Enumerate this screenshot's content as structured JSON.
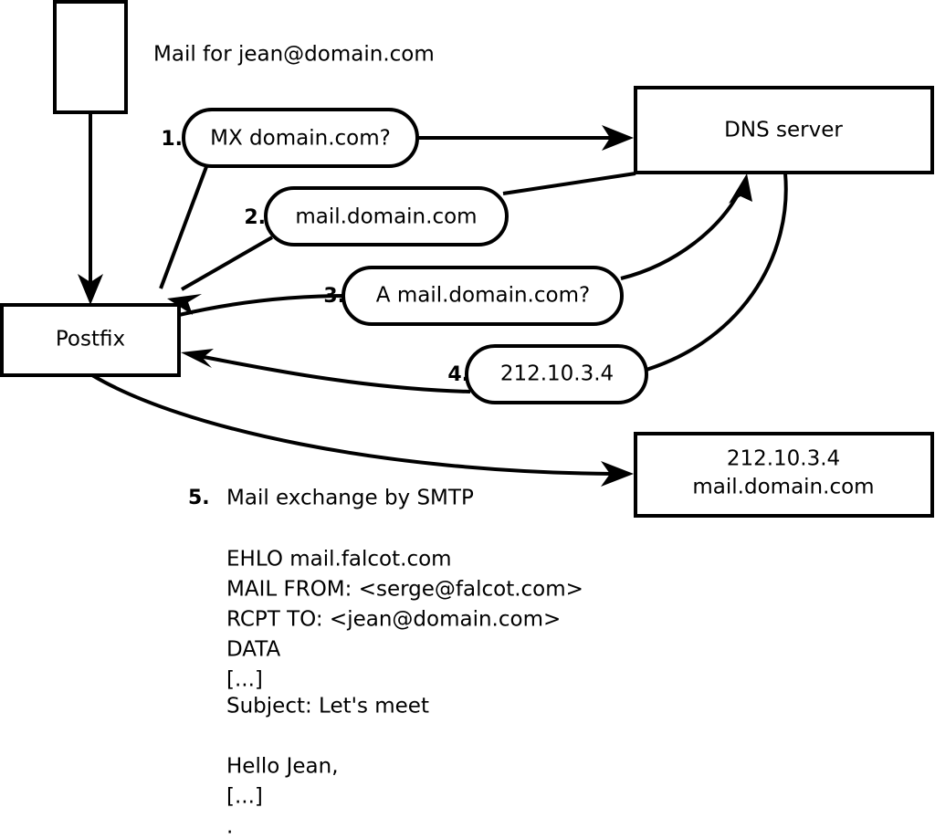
{
  "diagram": {
    "title_note": "Mail for jean@domain.com",
    "nodes": {
      "sender_box": {
        "label": ""
      },
      "postfix": {
        "label": "Postfix"
      },
      "dns_server": {
        "label": "DNS server"
      },
      "mail_server": {
        "line1": "212.10.3.4",
        "line2": "mail.domain.com"
      }
    },
    "steps": [
      {
        "num": "1.",
        "text": "MX domain.com?"
      },
      {
        "num": "2.",
        "text": "mail.domain.com"
      },
      {
        "num": "3.",
        "text": "A mail.domain.com?"
      },
      {
        "num": "4.",
        "text": "212.10.3.4"
      }
    ],
    "step5": {
      "num": "5.",
      "text": "Mail exchange by SMTP"
    },
    "smtp_session": [
      "EHLO mail.falcot.com",
      "MAIL FROM: <serge@falcot.com>",
      "RCPT TO: <jean@domain.com>",
      "DATA",
      "[...]",
      "Subject: Let's meet",
      "",
      "Hello Jean,",
      "[...]",
      "."
    ],
    "colors": {
      "stroke": "#000000",
      "background": "#ffffff"
    }
  }
}
